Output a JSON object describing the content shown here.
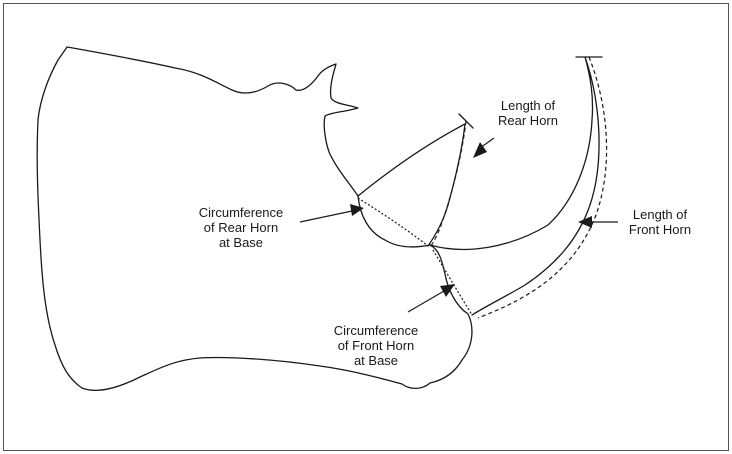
{
  "labels": {
    "length_rear_horn": [
      "Length of",
      "Rear Horn"
    ],
    "circumference_rear_horn": [
      "Circumference",
      "of Rear Horn",
      "at Base"
    ],
    "length_front_horn": [
      "Length of",
      "Front Horn"
    ],
    "circumference_front_horn": [
      "Circumference",
      "of Front Horn",
      "at Base"
    ]
  }
}
